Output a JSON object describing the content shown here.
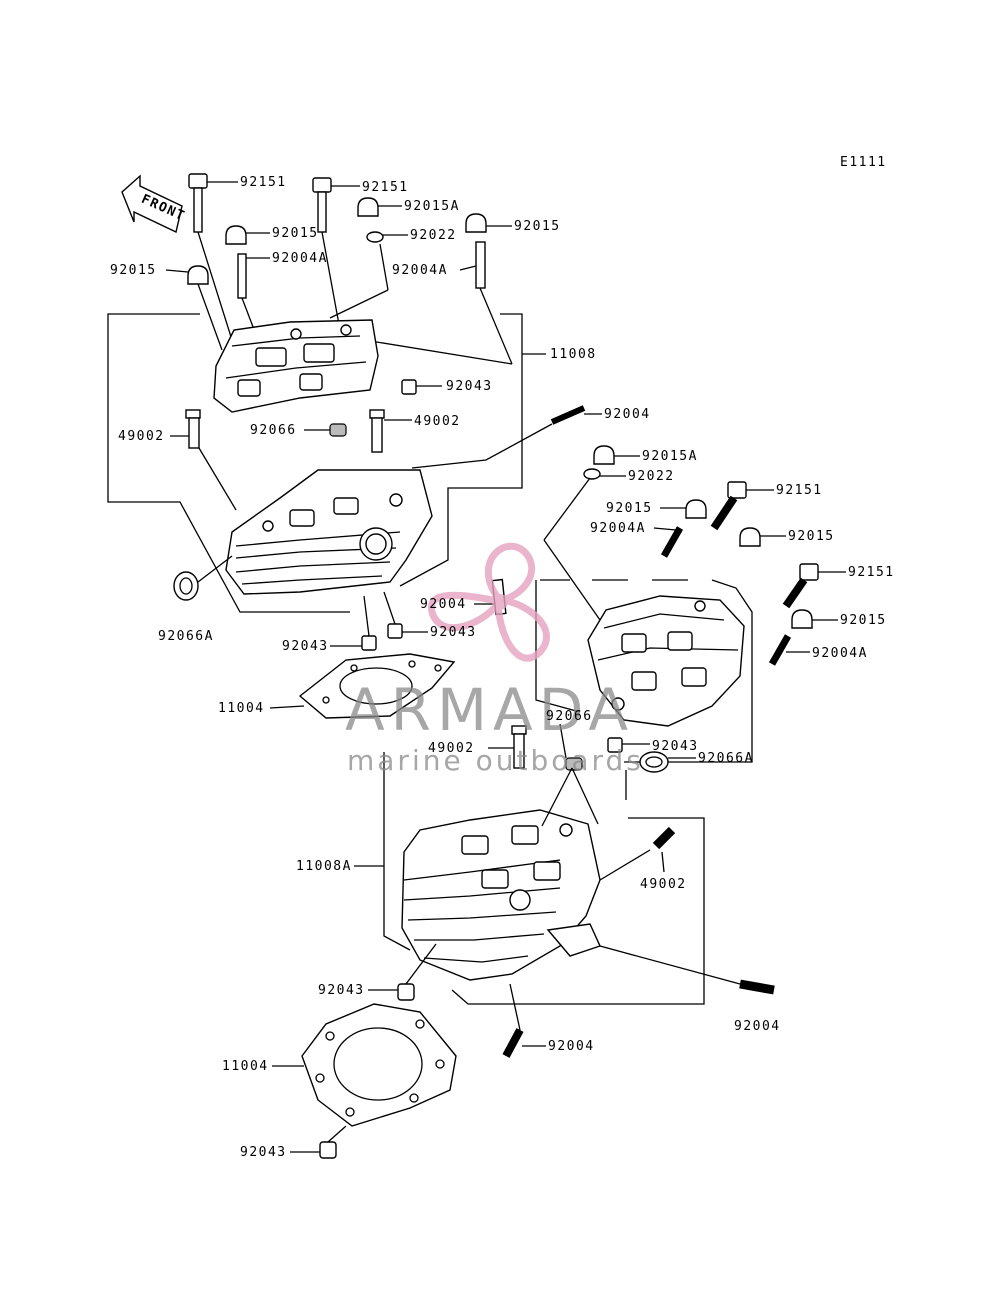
{
  "diagram_code": "E1111",
  "front_label": "FRONT",
  "watermark": {
    "brand": "ARMADA",
    "tagline": "marine outboards",
    "accent_color": "#e6a3c0"
  },
  "labels": {
    "l92151_a": "92151",
    "l92151_b": "92151",
    "l92015A_a": "92015A",
    "l92015_a": "92015",
    "l92015_b": "92015",
    "l92022_a": "92022",
    "l92004A_a": "92004A",
    "l92004A_b": "92004A",
    "l92015_c": "92015",
    "l11008": "11008",
    "l92043_a": "92043",
    "l49002_a": "49002",
    "l92066_a": "92066",
    "l49002_b": "49002",
    "l92004_a": "92004",
    "l92015A_b": "92015A",
    "l92022_b": "92022",
    "l92151_c": "92151",
    "l92015_d": "92015",
    "l92004A_c": "92004A",
    "l92015_e": "92015",
    "l92151_d": "92151",
    "l92015_f": "92015",
    "l92004A_d": "92004A",
    "l92066A_a": "92066A",
    "l92004_b": "92004",
    "l92043_b": "92043",
    "l92043_c": "92043",
    "l11004_a": "11004",
    "l92066_b": "92066",
    "l49002_c": "49002",
    "l92043_d": "92043",
    "l92066A_b": "92066A",
    "l11008A": "11008A",
    "l49002_d": "49002",
    "l92043_e": "92043",
    "l92004_c": "92004",
    "l11004_b": "11004",
    "l92004_d": "92004",
    "l92043_f": "92043"
  }
}
